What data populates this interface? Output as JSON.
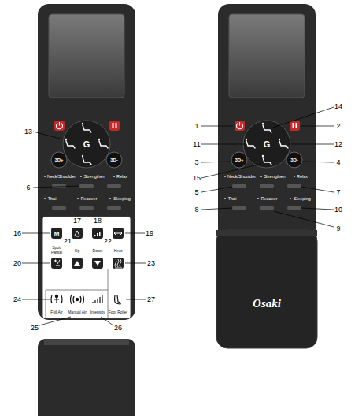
{
  "diagram": {
    "labels": [
      "13",
      "G",
      "3D+",
      "3D-",
      "6",
      "Neck/Shoulder",
      "Strengthen",
      "Relax",
      "Thai",
      "Recover",
      "Sleeping",
      "17",
      "18",
      "16",
      "M",
      "19",
      "21",
      "22",
      "Spot/ Partial",
      "Up",
      "Down",
      "Heat",
      "20",
      "23",
      "24",
      "27",
      "Full Air",
      "Manual Air",
      "Intensity",
      "Foot Roller",
      "25",
      "26",
      "14",
      "1",
      "2",
      "11",
      "G",
      "12",
      "3",
      "3D+",
      "3D-",
      "4",
      "15",
      "5",
      "Neck/Shoulder",
      "Strengthen",
      "Relax",
      "7",
      "8",
      "Thai",
      "Recover",
      "Sleeping",
      "10",
      "9",
      "Osaki"
    ]
  }
}
